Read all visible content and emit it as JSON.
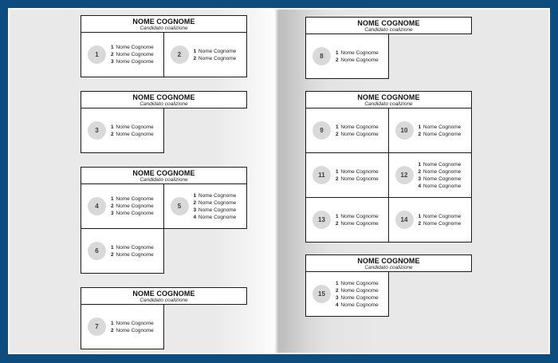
{
  "colors": {
    "frame": "#0d4c7e",
    "page_background": "#e9e9e9",
    "gutter_shadow": "#bdbdbd",
    "box_background": "#ffffff",
    "box_border": "#1c1c1c",
    "circle_fill": "#d9d9d9",
    "text": "#1c1c1c"
  },
  "pages": [
    {
      "name": "left",
      "boxes": [
        {
          "title": "NOME COGNOME",
          "subtitle": "Candidato coalizione",
          "rows": [
            [
              {
                "number": "1",
                "candidates": [
                  "1 Nome Cognome",
                  "2 Nome Cognome",
                  "3 Nome Cognome"
                ]
              },
              {
                "number": "2",
                "candidates": [
                  "1 Nome Cognome",
                  "2 Nome Cognome"
                ]
              }
            ]
          ]
        },
        {
          "title": "NOME COGNOME",
          "subtitle": "Candidato coalizione",
          "rows": [
            [
              {
                "number": "3",
                "candidates": [
                  "1 Nome Cognome",
                  "2 Nome Cognome"
                ]
              },
              null
            ]
          ]
        },
        {
          "title": "NOME COGNOME",
          "subtitle": "Candidato coalizione",
          "rows": [
            [
              {
                "number": "4",
                "candidates": [
                  "1 Nome Cognome",
                  "2 Nome Cognome",
                  "3 Nome Cognome"
                ]
              },
              {
                "number": "5",
                "candidates": [
                  "1 Nome Cognome",
                  "2 Nome Cognome",
                  "3 Nome Cognome",
                  "4 Nome Cognome"
                ]
              }
            ],
            [
              {
                "number": "6",
                "candidates": [
                  "1 Nome Cognome",
                  "2 Nome Cognome"
                ]
              },
              null
            ]
          ]
        },
        {
          "title": "NOME COGNOME",
          "subtitle": "Candidato coalizione",
          "rows": [
            [
              {
                "number": "7",
                "candidates": [
                  "1 Nome Cognome",
                  "2 Nome Cognome"
                ]
              },
              null
            ]
          ]
        }
      ]
    },
    {
      "name": "right",
      "boxes": [
        {
          "title": "NOME COGNOME",
          "subtitle": "Candidato coalizione",
          "rows": [
            [
              {
                "number": "8",
                "candidates": [
                  "1 Nome Cognome",
                  "2 Nome Cognome"
                ]
              },
              null
            ]
          ]
        },
        {
          "title": "NOME COGNOME",
          "subtitle": "Candidato coalizione",
          "rows": [
            [
              {
                "number": "9",
                "candidates": [
                  "1 Nome Cognome",
                  "2 Nome Cognome"
                ]
              },
              {
                "number": "10",
                "candidates": [
                  "1 Nome Cognome",
                  "2 Nome Cognome"
                ]
              }
            ],
            [
              {
                "number": "11",
                "candidates": [
                  "1 Nome Cognome",
                  "2 Nome Cognome"
                ]
              },
              {
                "number": "12",
                "candidates": [
                  "1 Nome Cognome",
                  "2 Nome Cognome",
                  "3 Nome Cognome",
                  "4 Nome Cognome"
                ]
              }
            ],
            [
              {
                "number": "13",
                "candidates": [
                  "1 Nome Cognome",
                  "2 Nome Cognome"
                ]
              },
              {
                "number": "14",
                "candidates": [
                  "1 Nome Cognome",
                  "2 Nome Cognome"
                ]
              }
            ]
          ]
        },
        {
          "title": "NOME COGNOME",
          "subtitle": "Candidato coalizione",
          "rows": [
            [
              {
                "number": "15",
                "candidates": [
                  "1 Nome Cognome",
                  "2 Nome Cognome",
                  "3 Nome Cognome",
                  "4 Nome Cognome"
                ]
              },
              null
            ]
          ]
        }
      ]
    }
  ]
}
